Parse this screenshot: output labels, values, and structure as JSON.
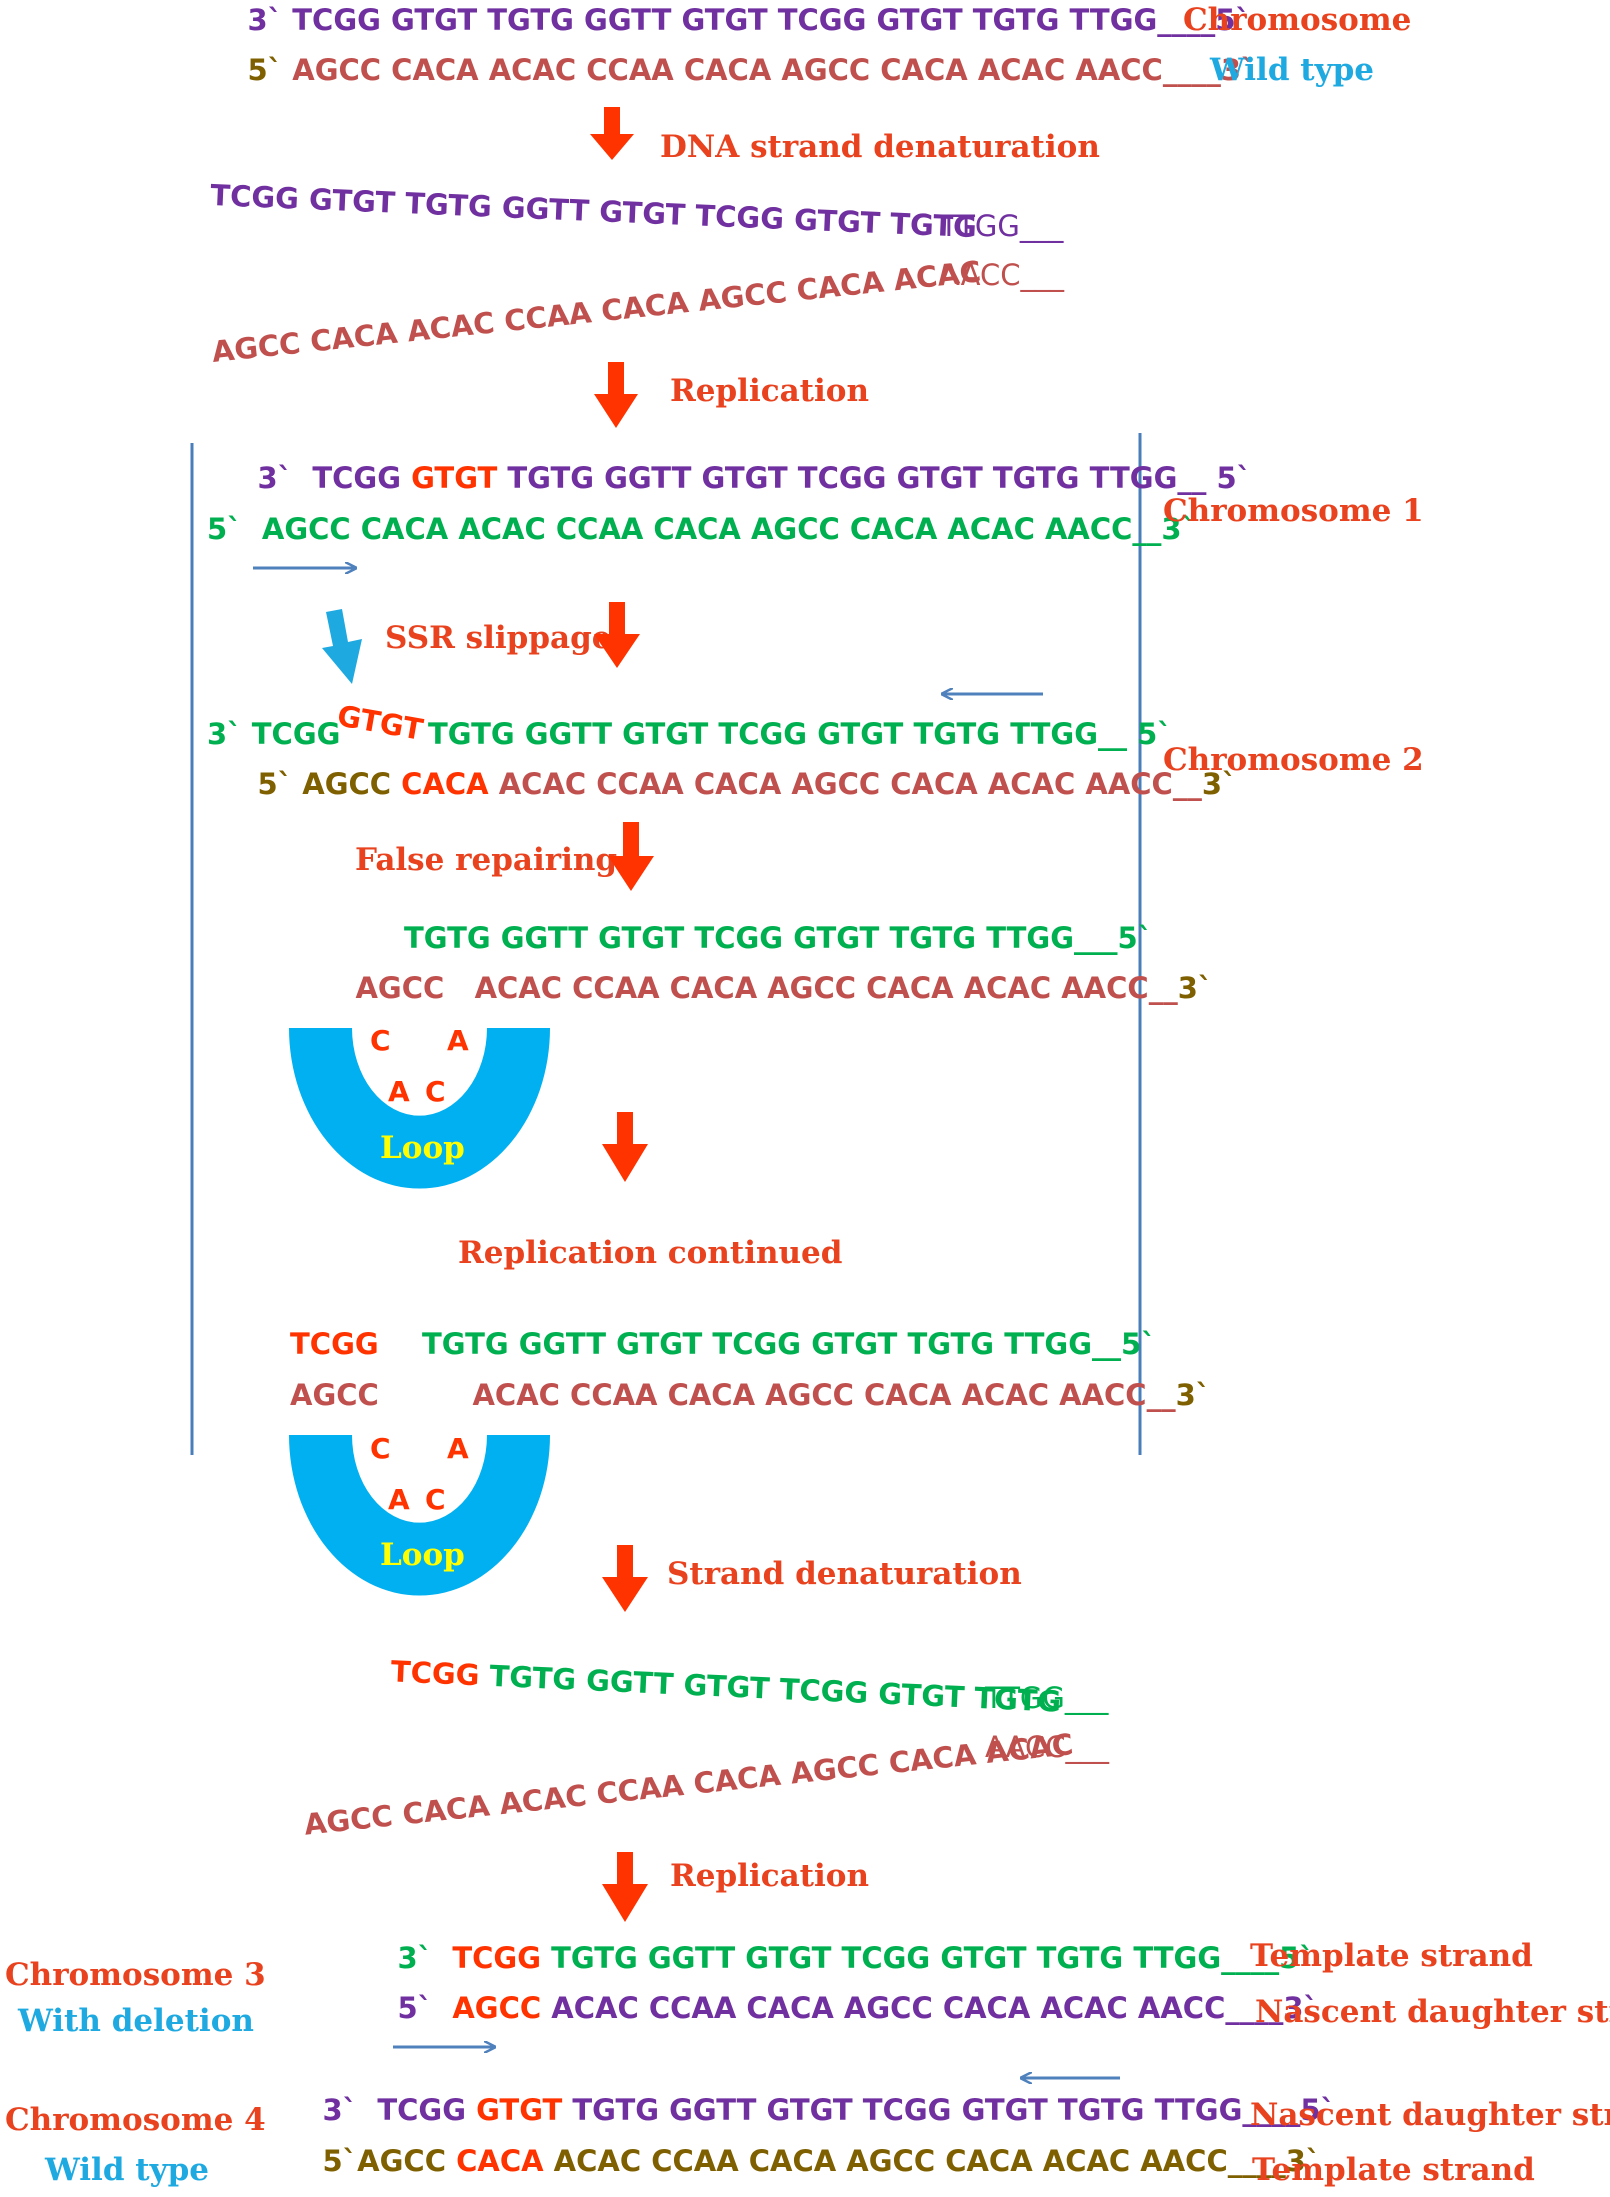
{
  "colors": {
    "purple": "#7030a0",
    "rust": "#c0504d",
    "olive": "#7f6000",
    "red": "#ff3300",
    "label_red": "#e8421f",
    "green": "#00b050",
    "cyan": "#1fa9e1",
    "loop_blue": "#00b0f0",
    "loop_text": "#ffff00",
    "line_blue": "#4a7ebb",
    "arrow_blue": "#4f81bd"
  },
  "labels": {
    "chromosome": "Chromosome",
    "wild_type": "Wild type",
    "dna_denaturation": "DNA strand denaturation",
    "replication_1": "Replication",
    "chromosome_1": "Chromosome 1",
    "ssr_slippage": "SSR slippage",
    "chromosome_2": "Chromosome 2",
    "false_repairing": "False repairing",
    "replication_continued": "Replication continued",
    "strand_denaturation": "Strand denaturation",
    "replication_2": "Replication",
    "chromosome_3": "Chromosome 3",
    "with_deletion": "With deletion",
    "chromosome_4": "Chromosome 4",
    "wild_type_2": "Wild type",
    "template_strand_1": "Template strand",
    "nascent_strand_1": "Nascent daughter strand",
    "nascent_strand_2": "Nascent daughter strand",
    "template_strand_2": "Template strand"
  },
  "loops": [
    {
      "text": "Loop",
      "letters": [
        "C",
        "A",
        "A",
        "C"
      ]
    },
    {
      "text": "Loop",
      "letters": [
        "C",
        "A",
        "A",
        "C"
      ]
    }
  ],
  "sequences": {
    "wt_top": {
      "p1": "3` ",
      "p2": "TCGG GTGT TGTG GGTT GTGT TCGG GTGT TGTG TTGG____5`"
    },
    "wt_bot": {
      "p1": "5` ",
      "p2": "AGCC CACA ACAC CCAA CACA AGCC CACA ACAC AACC____3`"
    },
    "den1_top": {
      "p1": "TCGG GTGT TGTG GGTT GTGT TCGG GTGT TGTG",
      "p2": "TTGG___"
    },
    "den1_bot": {
      "p1": "AGCC CACA ACAC CCAA CACA AGCC CACA ACAC",
      "p2": "AACC___"
    },
    "c1_top": {
      "p1": "3`  TCGG ",
      "p2": "GTGT",
      "p3": " TGTG GGTT GTGT TCGG GTGT TGTG TTGG__ 5`"
    },
    "c1_bot": {
      "p1": "5`  AGCC CACA ACAC CCAA CACA AGCC CACA ACAC AACC__3`"
    },
    "c2_top": {
      "p1": "3` TCGG",
      "p2": "TGTG GGTT GTGT TCGG GTGT TGTG TTGG__ 5`",
      "bulge": "GTGT"
    },
    "c2_bot": {
      "p1": "5` AGCC ",
      "p2": "CACA",
      "p3": " ACAC CCAA CACA AGCC CACA ACAC AACC__",
      "p4": "3`"
    },
    "fr_top": {
      "p1": "TGTG GGTT GTGT TCGG GTGT TGTG TTGG___5`"
    },
    "fr_bot": {
      "p1": "AGCC   ACAC CCAA CACA AGCC CACA ACAC AACC__",
      "p2": "3`"
    },
    "rc_top": {
      "p1": "TCGG",
      "p2": "TGTG GGTT GTGT TCGG GTGT TGTG TTGG__5`"
    },
    "rc_bot": {
      "p1": "AGCC",
      "p2": "ACAC CCAA CACA AGCC CACA ACAC AACC__",
      "p3": "3`"
    },
    "den2_top": {
      "p1": "TCGG ",
      "p2": "TGTG GGTT GTGT TCGG GTGT TGTG",
      "p3": "TTGG___"
    },
    "den2_bot": {
      "p1": "AGCC CACA ACAC CCAA CACA AGCC CACA ACAC",
      "p2": "AACC___"
    },
    "c3_top": {
      "p1": "3`  ",
      "p2": "TCGG",
      "p3": " TGTG GGTT GTGT TCGG GTGT TGTG TTGG____5`"
    },
    "c3_bot": {
      "p1": "5`  ",
      "p2": "AGCC",
      "p3": " ACAC CCAA CACA AGCC CACA ACAC AACC____3`"
    },
    "c4_top": {
      "p1": "3`  TCGG ",
      "p2": "GTGT",
      "p3": " TGTG GGTT GTGT TCGG GTGT TGTG TTGG____5`"
    },
    "c4_bot": {
      "p1": "5`",
      "p2": "AGCC ",
      "p3": "CACA",
      "p4": " ACAC CCAA CACA AGCC CACA ACAC AACC____3`"
    }
  }
}
